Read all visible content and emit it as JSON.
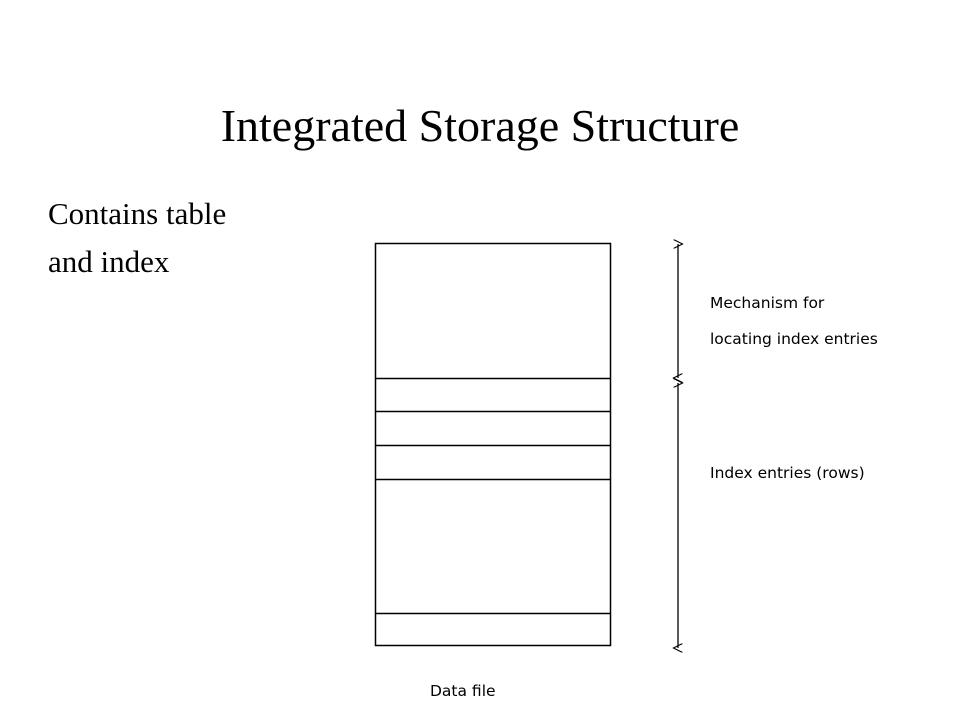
{
  "slide": {
    "title": "Integrated Storage Structure",
    "bullet_lines": [
      "Contains table",
      "and index"
    ]
  },
  "diagram": {
    "file_label": "Data file",
    "upper_label_lines": [
      "Mechanism for",
      "locating index entries"
    ],
    "lower_label": "Index entries (rows)"
  }
}
